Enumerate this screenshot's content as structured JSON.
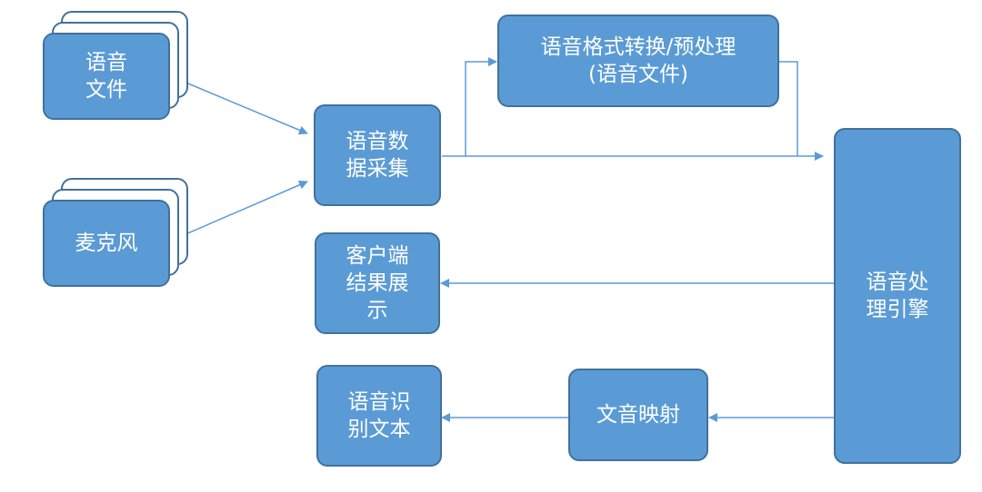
{
  "nodes": {
    "voice_file": "语音\n文件",
    "microphone": "麦克风",
    "data_capture": "语音数\n据采集",
    "format_convert": "语音格式转换/预处理\n(语音文件)",
    "engine": "语音处\n理引擎",
    "client_display": "客户端\n结果展\n示",
    "text_mapping": "文音映射",
    "recognized_text": "语音识\n别文本"
  },
  "colors": {
    "node_fill": "#5b9bd5",
    "node_border": "#41719c",
    "connector": "#5b9bd5",
    "text": "#ffffff"
  }
}
